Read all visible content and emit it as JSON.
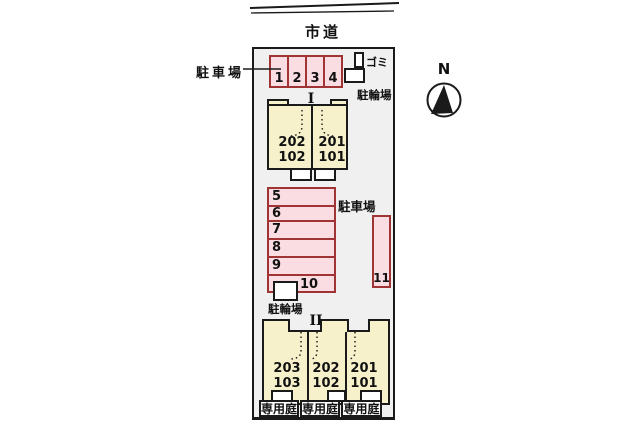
{
  "road": {
    "label": "市道"
  },
  "north": {
    "label": "N"
  },
  "site": {
    "parking_label_left": "駐車場",
    "garbage_label": "ゴミ",
    "bike_label_top": "駐輪場",
    "parking_label_mid": "駐車場",
    "bike_label_mid": "駐輪場",
    "stalls_top": [
      "1",
      "2",
      "3",
      "4"
    ],
    "stalls_mid": [
      "5",
      "6",
      "7",
      "8",
      "9",
      "10"
    ],
    "stall_side": "11"
  },
  "building1": {
    "name": "I",
    "units": [
      {
        "upper": "202",
        "lower": "102"
      },
      {
        "upper": "201",
        "lower": "101"
      }
    ]
  },
  "building2": {
    "name": "II",
    "units": [
      {
        "upper": "203",
        "lower": "103"
      },
      {
        "upper": "202",
        "lower": "102"
      },
      {
        "upper": "201",
        "lower": "101"
      }
    ],
    "garden_labels": [
      "専用庭",
      "専用庭",
      "専用庭"
    ]
  },
  "colors": {
    "stall_fill": "#fadce3",
    "stall_border": "#a03434",
    "building_fill": "#f6f1ca",
    "site_background": "#f0f0f0",
    "outline": "#1a1a1a"
  }
}
